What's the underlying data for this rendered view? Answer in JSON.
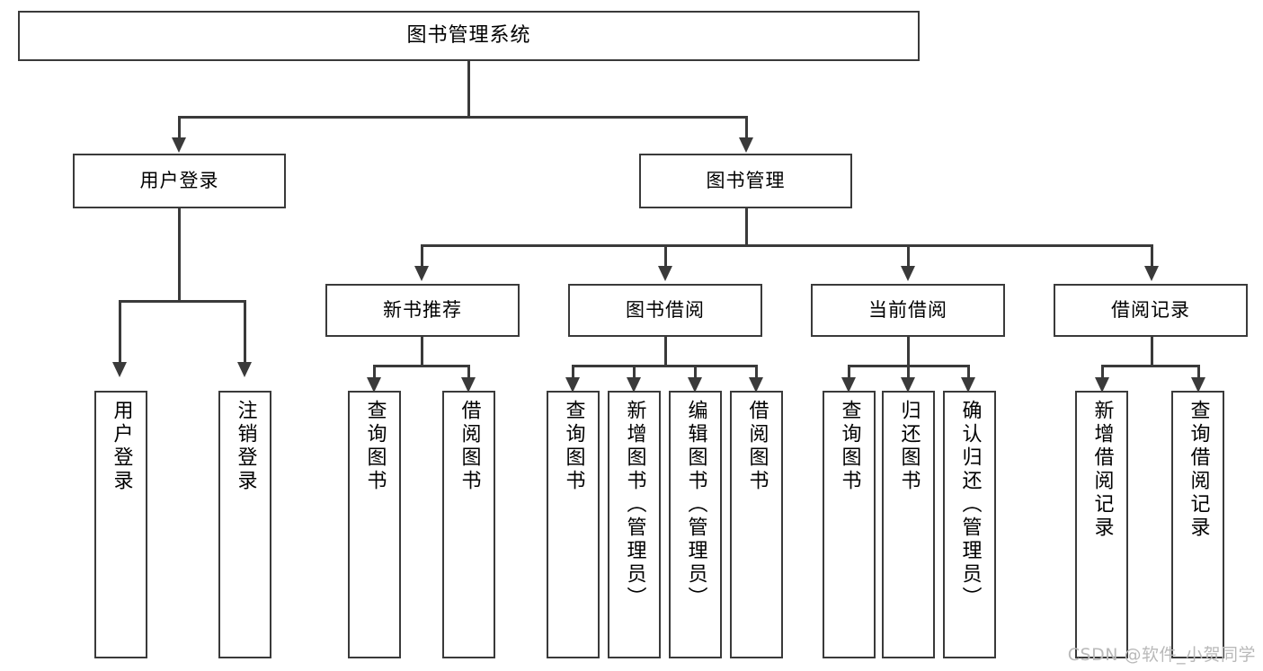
{
  "diagram": {
    "type": "tree",
    "title": "图书管理系统",
    "orientation": "top-down",
    "colors": {
      "box_border": "#3a3a3a",
      "box_fill": "#ffffff",
      "connector": "#3a3a3a",
      "text": "#000000",
      "watermark": "#b9b9b9",
      "background": "#ffffff"
    },
    "root": {
      "label": "图书管理系统"
    },
    "level2": [
      {
        "label": "用户登录"
      },
      {
        "label": "图书管理"
      }
    ],
    "level3": [
      {
        "label": "新书推荐"
      },
      {
        "label": "图书借阅"
      },
      {
        "label": "当前借阅"
      },
      {
        "label": "借阅记录"
      }
    ],
    "leaves": {
      "user_login": [
        {
          "label": "用户登录"
        },
        {
          "label": "注销登录"
        }
      ],
      "new_book_recommend": [
        {
          "label": "查询图书"
        },
        {
          "label": "借阅图书"
        }
      ],
      "book_borrow": [
        {
          "label": "查询图书"
        },
        {
          "label": "新增图书（管理员）"
        },
        {
          "label": "编辑图书（管理员）"
        },
        {
          "label": "借阅图书"
        }
      ],
      "current_borrow": [
        {
          "label": "查询图书"
        },
        {
          "label": "归还图书"
        },
        {
          "label": "确认归还（管理员）"
        }
      ],
      "borrow_record": [
        {
          "label": "新增借阅记录"
        },
        {
          "label": "查询借阅记录"
        }
      ]
    }
  },
  "watermark": {
    "text": "CSDN @软件_小贺同学"
  }
}
